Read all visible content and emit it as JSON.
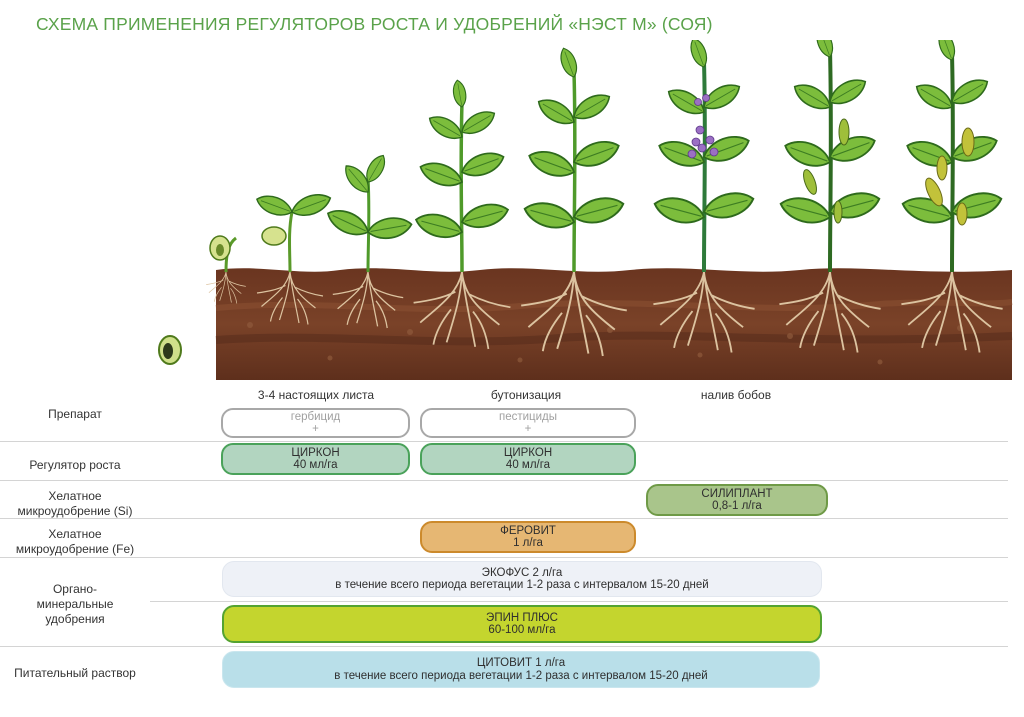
{
  "title": "СХЕМА ПРИМЕНЕНИЯ РЕГУЛЯТОРОВ РОСТА И УДОБРЕНИЙ «НЭСТ М»  (СОЯ)",
  "stages": [
    "3-4 настоящих листа",
    "бутонизация",
    "налив бобов"
  ],
  "rows": {
    "preparation": "Препарат",
    "growth_regulator": "Регулятор роста",
    "chelate_si": "Хелатное микроудобрение (Si)",
    "chelate_fe": "Хелатное микроудобрение (Fe)",
    "organo_mineral": "Органо- минеральные удобрения",
    "nutrient_solution": "Питательный раствор"
  },
  "pills": {
    "herbicide": {
      "line1": "гербицид",
      "line2": "+"
    },
    "pesticide": {
      "line1": "пестициды",
      "line2": "+"
    },
    "zircon_1": {
      "line1": "ЦИРКОН",
      "line2": "40 мл/га"
    },
    "zircon_2": {
      "line1": "ЦИРКОН",
      "line2": "40 мл/га"
    },
    "siliplant": {
      "line1": "СИЛИПЛАНТ",
      "line2": "0,8-1 л/га"
    },
    "ferovit": {
      "line1": "ФЕРОВИТ",
      "line2": "1 л/га"
    },
    "ekofus": {
      "line1": "ЭКОФУС 2 л/га",
      "line2": "в течение всего периода вегетации 1-2 раза с интервалом 15-20 дней"
    },
    "epin": {
      "line1": "ЭПИН ПЛЮС",
      "line2": "60-100 мл/га"
    },
    "citovit": {
      "line1": "ЦИТОВИТ 1 л/га",
      "line2": "в течение всего периода вегетации 1-2 раза с интервалом 15-20 дней"
    }
  },
  "colors": {
    "title": "#5aa24a",
    "soil": "#6e3a22",
    "leaf": "#7cbd3c",
    "flower": "#9b6fc4",
    "pod": "#c2c23a"
  }
}
